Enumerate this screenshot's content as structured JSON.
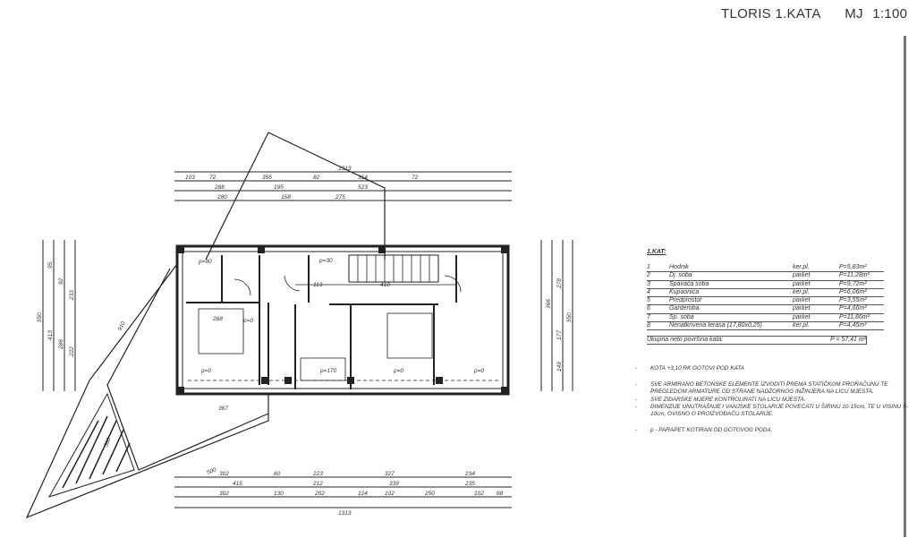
{
  "header": {
    "title": "TLORIS 1.KATA",
    "scale_label": "MJ",
    "scale": "1:100"
  },
  "legend": {
    "heading": "1.KAT:",
    "rooms": [
      {
        "no": "1",
        "name": "Hodnik",
        "floor": "ker.pl.",
        "area": "P=5,83m²"
      },
      {
        "no": "2",
        "name": "Dj. soba",
        "floor": "parket",
        "area": "P=11,28m²"
      },
      {
        "no": "3",
        "name": "Spavaća soba",
        "floor": "parket",
        "area": "P=9,72m²"
      },
      {
        "no": "4",
        "name": "Kupaonica",
        "floor": "ker.pl.",
        "area": "P=6,06m²"
      },
      {
        "no": "5",
        "name": "Predprostor",
        "floor": "parket",
        "area": "P=3,55m²"
      },
      {
        "no": "6",
        "name": "Garderoba",
        "floor": "parket",
        "area": "P=4,66m²"
      },
      {
        "no": "7",
        "name": "Sp. soba",
        "floor": "parket",
        "area": "P=11,86m²"
      },
      {
        "no": "8",
        "name": "Nenatkrivena terasa (17,80x0,25)",
        "floor": "ker.pl.",
        "area": "P=4,45m²"
      }
    ],
    "total_label": "Ukupna neto površina kata:",
    "total_value": "P = 57,41 m²"
  },
  "notes": [
    "KOTA +3,10 RK  GOTOVI POD  KATA",
    "SVE ARMIRANO BETONSKE ELEMENTE IZVODITI PREMA STATIČKOM PRORAČUNU TE PREGLEDOM ARMATURE OD STRANE NADZORNOG INŽINJERA NA LICU MJESTA.",
    "SVE ZIDARSKE MJERE KONTROLIRATI NA LICU MJESTA.",
    "DIMENZIJE UNUTRAŠNJE I VANJSKE STOLARIJE POVEĆATI U ŠIRINU 10-15cm, TE U VISINU 5-10cm, OVISNO O PROIZVOĐAČU STOLARIJE.",
    "p - PARAPET KOTIRAN OD GOTOVOG PODA."
  ],
  "dimensions": {
    "top_total": "1313",
    "top_row1": [
      "103",
      "72",
      "355",
      "82",
      "314",
      "72"
    ],
    "top_row2": [
      "288",
      "195",
      "523"
    ],
    "top_row3": [
      "280",
      "158",
      "275"
    ],
    "bottom_row1": [
      "302",
      "60",
      "223",
      "327",
      "234"
    ],
    "bottom_row2": [
      "415",
      "212",
      "339",
      "235"
    ],
    "bottom_row3": [
      "302",
      "130",
      "202",
      "124",
      "102",
      "250",
      "102",
      "68"
    ],
    "bottom_total": "1313",
    "left": [
      "550",
      "413",
      "286",
      "222",
      "233",
      "92",
      "95"
    ],
    "right": [
      "550",
      "366",
      "278",
      "177",
      "149"
    ],
    "plan_labels": [
      "p=0",
      "p=0",
      "p=0",
      "p=0",
      "p=170",
      "p=90",
      "p=30",
      "410",
      "113",
      "268",
      "367",
      "500",
      "910",
      "580"
    ]
  }
}
